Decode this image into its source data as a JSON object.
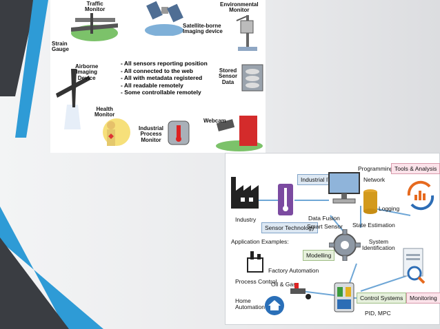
{
  "panel_top": {
    "labels": {
      "traffic": "Traffic\nMonitor",
      "satellite": "Satellite-borne\nImaging device",
      "environmental": "Environmental\nMonitor",
      "strain": "Strain\nGauge",
      "airborne": "Airborne\nImaging\nDevice",
      "stored": "Stored\nSensor\nData",
      "health": "Health\nMonitor",
      "industrial": "Industrial\nProcess\nMonitor",
      "webcam": "Webcam"
    },
    "bullets": [
      "- All sensors reporting position",
      "- All connected to the web",
      "- All with metadata registered",
      "- All readable remotely",
      "- Some controllable remotely"
    ]
  },
  "panel_bottom": {
    "labels": {
      "industry": "Industry",
      "sensor_technology": "Sensor Technology",
      "industrial_it": "Industrial IT",
      "programming": "Programming",
      "network": "Network",
      "logging": "Logging",
      "tools_analysis": "Tools & Analysis",
      "data_fusion": "Data Fusion",
      "smart_sensor": "Smart Sensor",
      "state_estimation": "State Estimation",
      "app_examples": "Application Examples:",
      "modelling": "Modelling",
      "system_identification": "System\nIdentification",
      "factory_automation": "Factory Automation",
      "process_control": "Process Control",
      "oil_gas": "Oil & Gas",
      "home_automation": "Home\nAutomation",
      "control_systems": "Control Systems",
      "pid_mpc": "PID, MPC",
      "monitoring": "Monitoring"
    }
  },
  "colors": {
    "stripe_dark": "#3a3d42",
    "stripe_blue": "#2e9bd6",
    "tag_blue": "#dde8f3",
    "tag_pink": "#fbe3ea",
    "tag_green": "#e6f0dc"
  }
}
